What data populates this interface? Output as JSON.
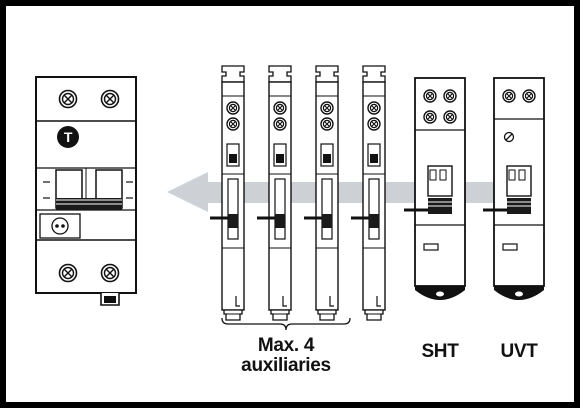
{
  "labels": {
    "auxiliaries_line1": "Max. 4",
    "auxiliaries_line2": "auxiliaries",
    "sht": "SHT",
    "uvt": "UVT"
  },
  "breaker": {
    "badge": "T"
  },
  "auxiliary_count": 4,
  "colors": {
    "frame": "#000000",
    "line": "#111111",
    "arrow": "#c9cdd1",
    "dark": "#1a1a1a"
  }
}
